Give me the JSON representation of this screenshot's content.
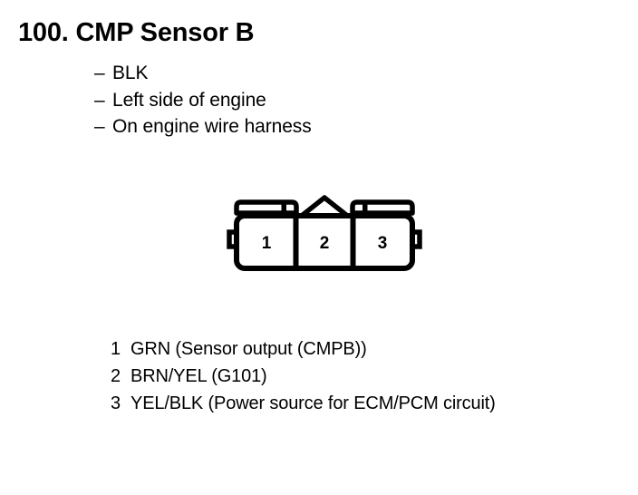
{
  "page": {
    "title": "100. CMP Sensor B",
    "background_color": "#ffffff",
    "ink_color": "#000000"
  },
  "attributes": {
    "dash": "–",
    "items": [
      {
        "text": "BLK"
      },
      {
        "text": "Left side of engine"
      },
      {
        "text": "On engine wire harness"
      }
    ]
  },
  "connector": {
    "cavity_count": 3,
    "pin_numbers": [
      "1",
      "2",
      "3"
    ]
  },
  "pin_legend": {
    "rows": [
      {
        "number": "1",
        "text": "GRN (Sensor output (CMPB))"
      },
      {
        "number": "2",
        "text": "BRN/YEL (G101)"
      },
      {
        "number": "3",
        "text": "YEL/BLK (Power source for ECM/PCM circuit)"
      }
    ]
  }
}
